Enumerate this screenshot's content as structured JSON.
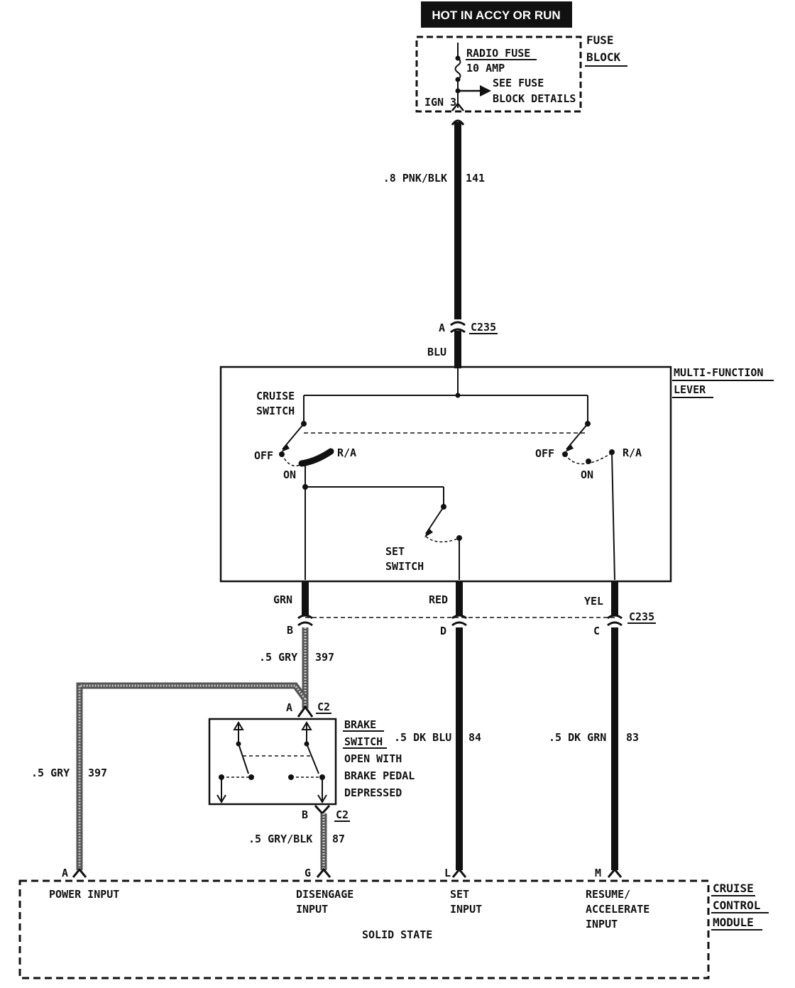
{
  "header": {
    "power_label": "HOT IN ACCY OR RUN"
  },
  "fuse_block": {
    "name_line1": "FUSE",
    "name_line2": "BLOCK",
    "fuse_name": "RADIO FUSE",
    "fuse_rating": "10 AMP",
    "see_line1": "SEE FUSE",
    "see_line2": "BLOCK DETAILS",
    "terminal": "IGN 3"
  },
  "wires": {
    "feed": {
      "size_color": ".8 PNK/BLK",
      "circuit": "141"
    },
    "blu": "BLU",
    "grn": "GRN",
    "red": "RED",
    "yel": "YEL",
    "gry_upper": {
      "size_color": ".5 GRY",
      "circuit": "397"
    },
    "gry_left": {
      "size_color": ".5 GRY",
      "circuit": "397"
    },
    "gry_blk": {
      "size_color": ".5 GRY/BLK",
      "circuit": "87"
    },
    "dk_blu": {
      "size_color": ".5 DK BLU",
      "circuit": "84"
    },
    "dk_grn": {
      "size_color": ".5 DK GRN",
      "circuit": "83"
    }
  },
  "connectors": {
    "c235_top": {
      "pin": "A",
      "name": "C235"
    },
    "c235_bottom": {
      "name": "C235",
      "pin_b": "B",
      "pin_d": "D",
      "pin_c": "C"
    },
    "c2_top": {
      "pin": "A",
      "name": "C2"
    },
    "c2_bottom": {
      "pin": "B",
      "name": "C2"
    }
  },
  "multi_function_lever": {
    "name_line1": "MULTI-FUNCTION",
    "name_line2": "LEVER",
    "cruise_line1": "CRUISE",
    "cruise_line2": "SWITCH",
    "off_left": "OFF",
    "on_left": "ON",
    "ra_left": "R/A",
    "off_right": "OFF",
    "on_right": "ON",
    "ra_right": "R/A",
    "set_line1": "SET",
    "set_line2": "SWITCH"
  },
  "brake_switch": {
    "name_line1": "BRAKE",
    "name_line2": "SWITCH",
    "desc_line1": "OPEN WITH",
    "desc_line2": "BRAKE PEDAL",
    "desc_line3": "DEPRESSED"
  },
  "module": {
    "name_line1": "CRUISE",
    "name_line2": "CONTROL",
    "name_line3": "MODULE",
    "type": "SOLID STATE",
    "pins": {
      "a": {
        "pin": "A",
        "line1": "POWER INPUT"
      },
      "g": {
        "pin": "G",
        "line1": "DISENGAGE",
        "line2": "INPUT"
      },
      "l": {
        "pin": "L",
        "line1": "SET",
        "line2": "INPUT"
      },
      "m": {
        "pin": "M",
        "line1": "RESUME/",
        "line2": "ACCELERATE",
        "line3": "INPUT"
      }
    }
  }
}
